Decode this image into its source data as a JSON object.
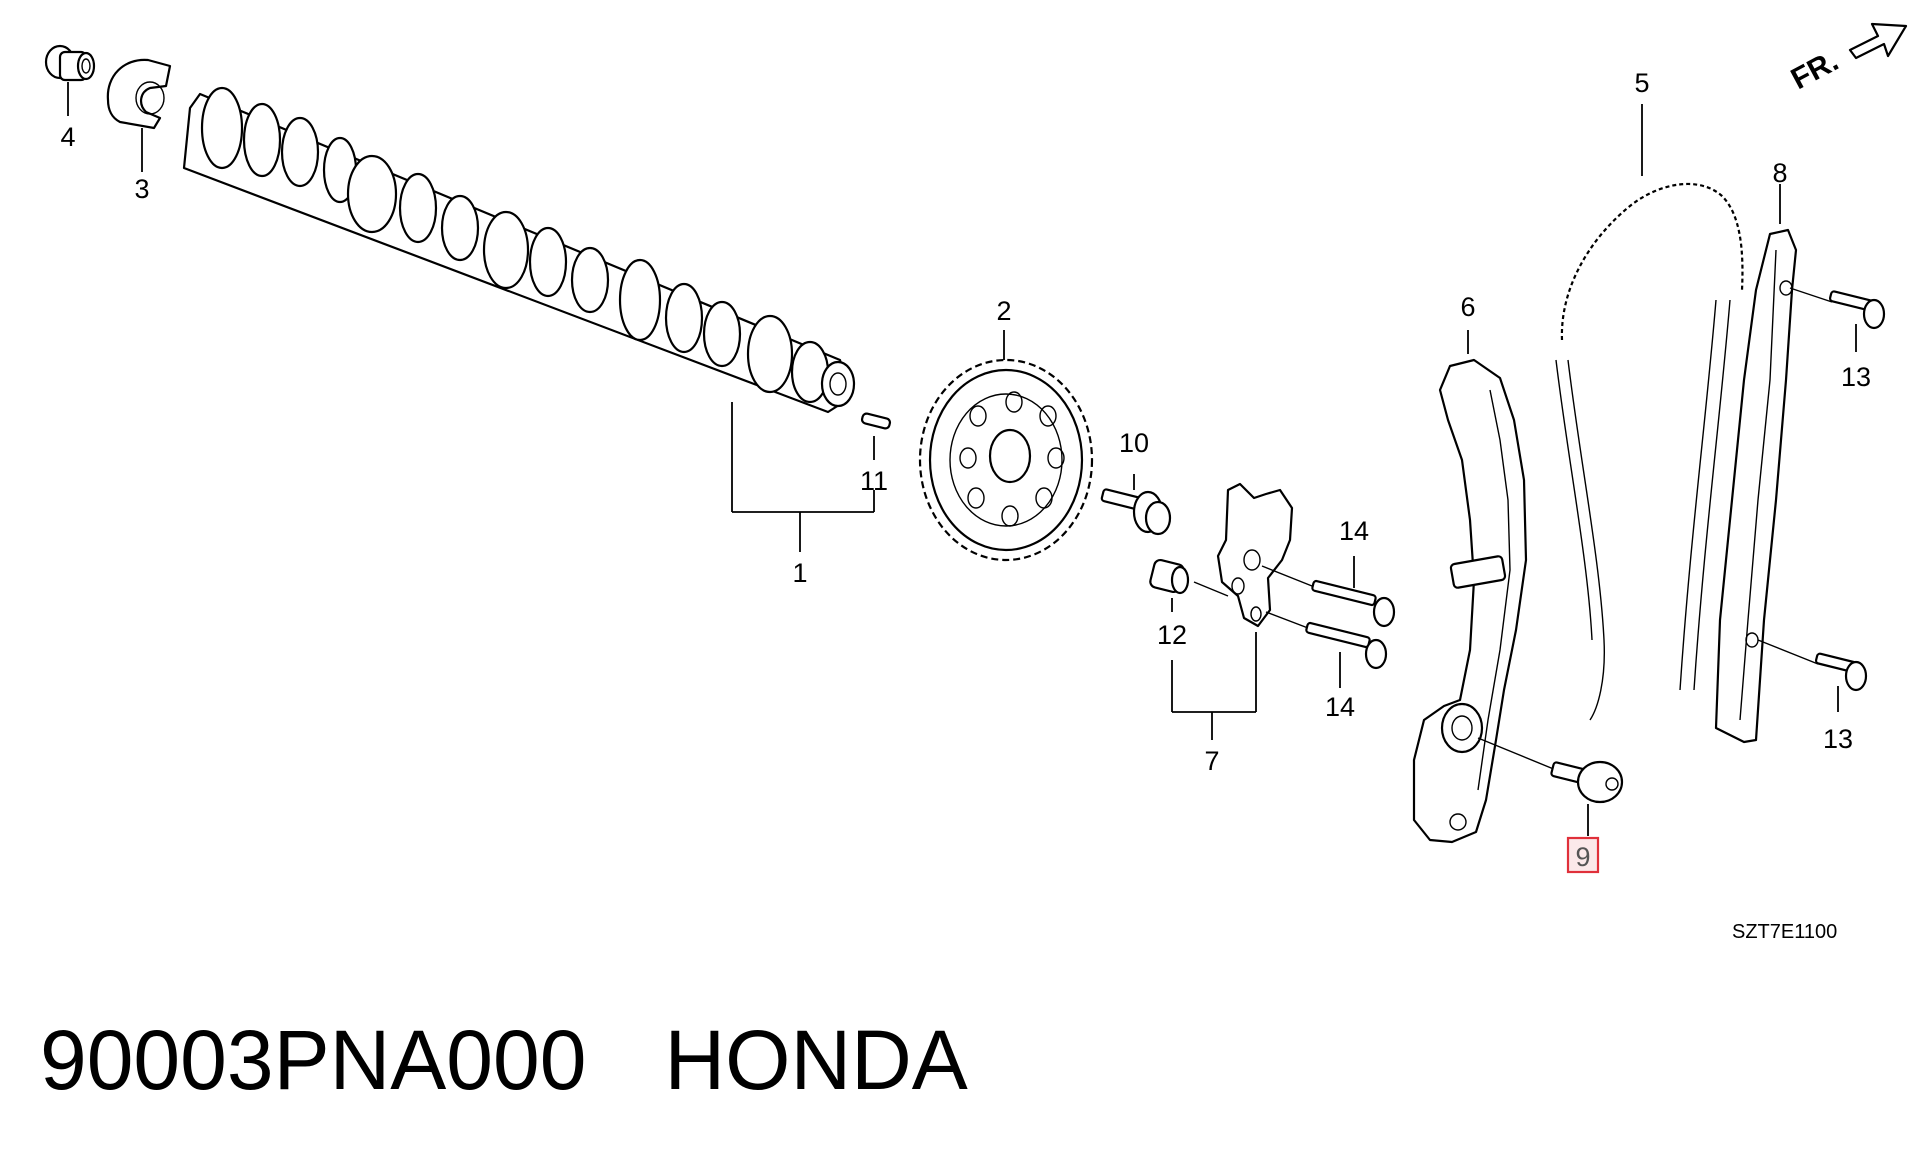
{
  "diagram": {
    "code": "SZT7E1100",
    "front_indicator": "FR.",
    "callouts": {
      "p1": "1",
      "p2": "2",
      "p3": "3",
      "p4": "4",
      "p5": "5",
      "p6": "6",
      "p7": "7",
      "p8": "8",
      "p9": "9",
      "p10": "10",
      "p11": "11",
      "p12": "12",
      "p13a": "13",
      "p13b": "13",
      "p14a": "14",
      "p14b": "14"
    },
    "highlighted_callout": "9",
    "highlight_color": "#e0303a"
  },
  "caption": {
    "part_number": "90003PNA000",
    "brand": "HONDA"
  }
}
